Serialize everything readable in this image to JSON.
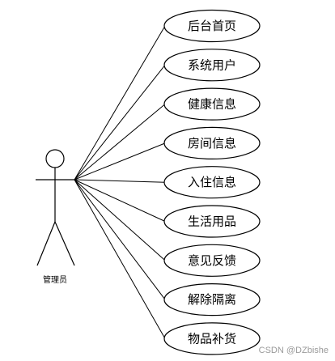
{
  "actor": {
    "label": "管理员"
  },
  "use_cases": [
    {
      "label": "后台首页"
    },
    {
      "label": "系统用户"
    },
    {
      "label": "健康信息"
    },
    {
      "label": "房间信息"
    },
    {
      "label": "入住信息"
    },
    {
      "label": "生活用品"
    },
    {
      "label": "意见反馈"
    },
    {
      "label": "解除隔离"
    },
    {
      "label": "物品补货"
    }
  ],
  "watermark": "CSDN @DZbishe"
}
